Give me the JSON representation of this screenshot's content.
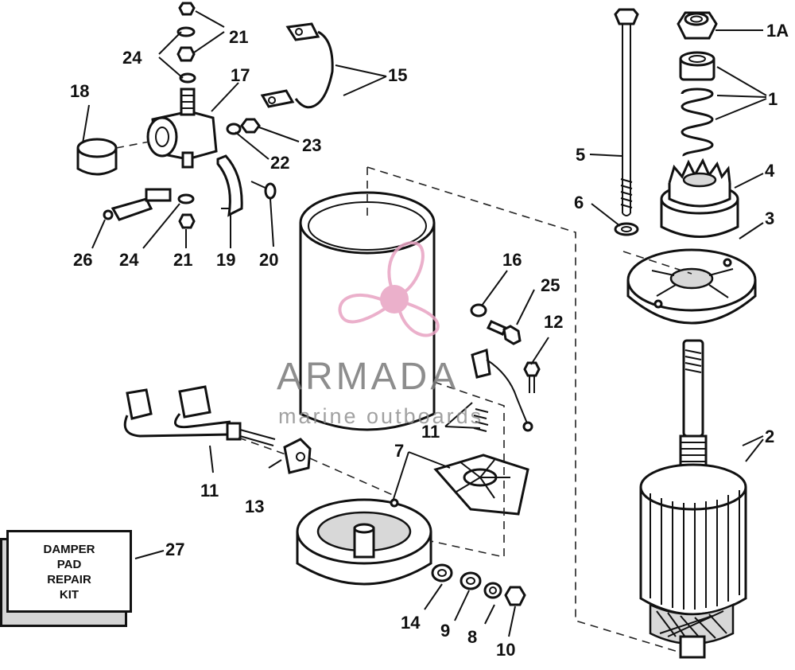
{
  "diagram": {
    "callouts": [
      {
        "id": "1A",
        "text": "1A"
      },
      {
        "id": "1",
        "text": "1"
      },
      {
        "id": "2",
        "text": "2"
      },
      {
        "id": "3",
        "text": "3"
      },
      {
        "id": "4",
        "text": "4"
      },
      {
        "id": "5",
        "text": "5"
      },
      {
        "id": "6",
        "text": "6"
      },
      {
        "id": "7",
        "text": "7"
      },
      {
        "id": "8",
        "text": "8"
      },
      {
        "id": "9",
        "text": "9"
      },
      {
        "id": "10",
        "text": "10"
      },
      {
        "id": "11a",
        "text": "11"
      },
      {
        "id": "11b",
        "text": "11"
      },
      {
        "id": "12",
        "text": "12"
      },
      {
        "id": "13",
        "text": "13"
      },
      {
        "id": "14",
        "text": "14"
      },
      {
        "id": "15",
        "text": "15"
      },
      {
        "id": "16",
        "text": "16"
      },
      {
        "id": "17",
        "text": "17"
      },
      {
        "id": "18",
        "text": "18"
      },
      {
        "id": "19",
        "text": "19"
      },
      {
        "id": "20",
        "text": "20"
      },
      {
        "id": "21a",
        "text": "21"
      },
      {
        "id": "21b",
        "text": "21"
      },
      {
        "id": "22",
        "text": "22"
      },
      {
        "id": "23",
        "text": "23"
      },
      {
        "id": "24a",
        "text": "24"
      },
      {
        "id": "24b",
        "text": "24"
      },
      {
        "id": "25",
        "text": "25"
      },
      {
        "id": "26",
        "text": "26"
      },
      {
        "id": "27",
        "text": "27"
      }
    ],
    "kit_label": [
      "DAMPER",
      "PAD",
      "REPAIR",
      "KIT"
    ]
  },
  "watermark": {
    "brand": "ARMADA",
    "tagline": "marine outboards",
    "logo_color": "#e8a3c3",
    "text_color": "#7a7a7a"
  }
}
